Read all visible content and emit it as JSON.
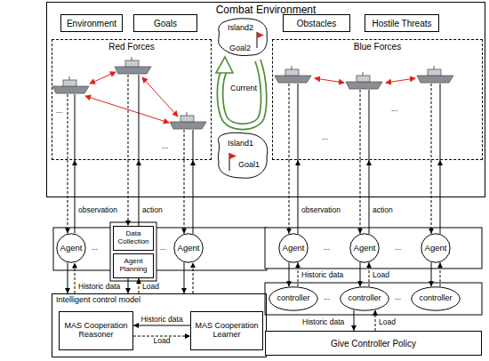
{
  "diagram": {
    "nodes": [
      {
        "text": [
          "Combat Environment"
        ]
      },
      {
        "text": [
          "Environment"
        ],
        "in": 0
      },
      {
        "text": [
          "Goals"
        ],
        "in": 0
      },
      {
        "text": [
          "Obstacles"
        ],
        "in": 0
      },
      {
        "text": [
          "Hostile Threats"
        ],
        "in": 0
      },
      {
        "text": [
          "Red Forces"
        ],
        "in": 0
      },
      {
        "text": [
          "Blue Forces"
        ],
        "in": 0
      },
      {
        "text": [
          "Agent"
        ]
      },
      {
        "text": [
          "Data Collection"
        ]
      },
      {
        "text": [
          "Agent Planning"
        ]
      },
      {
        "text": [
          "Agent"
        ]
      },
      {
        "text": [
          "Intelligent control model"
        ]
      },
      {
        "text": [
          "MAS Cooperation Reasoner"
        ],
        "in": 11
      },
      {
        "text": [
          "MAS Cooperation Learner"
        ],
        "in": 11
      },
      {
        "text": [
          "Agent"
        ]
      },
      {
        "text": [
          "Agent"
        ]
      },
      {
        "text": [
          "Agent"
        ]
      },
      {
        "text": [
          "controller"
        ]
      },
      {
        "text": [
          "controller"
        ]
      },
      {
        "text": [
          "controller"
        ]
      },
      {
        "text": [
          "Give Controller Policy"
        ]
      }
    ],
    "edges": [
      {
        "from": 5,
        "to": 7,
        "arrow": "to"
      },
      {
        "from": 7,
        "to": 5,
        "arrow": "to"
      },
      {
        "from": 5,
        "to": 8,
        "arrow": "to"
      },
      {
        "from": 8,
        "to": 5,
        "arrow": "to"
      },
      {
        "from": 5,
        "to": 10,
        "arrow": "to"
      },
      {
        "from": 10,
        "to": 5,
        "arrow": "to"
      },
      {
        "from": 6,
        "to": 14,
        "arrow": "to"
      },
      {
        "from": 14,
        "to": 6,
        "arrow": "to"
      },
      {
        "from": 6,
        "to": 15,
        "arrow": "to"
      },
      {
        "from": 15,
        "to": 6,
        "arrow": "to"
      },
      {
        "from": 6,
        "to": 16,
        "arrow": "to"
      },
      {
        "from": 16,
        "to": 6,
        "arrow": "to"
      },
      {
        "from": 7,
        "to": 11,
        "arrow": "to"
      },
      {
        "from": 11,
        "to": 7,
        "arrow": "to"
      },
      {
        "from": 9,
        "to": 11,
        "arrow": "to"
      },
      {
        "from": 11,
        "to": 9,
        "arrow": "to"
      },
      {
        "from": 10,
        "to": 11,
        "arrow": "to"
      },
      {
        "from": 11,
        "to": 10,
        "arrow": "to"
      },
      {
        "from": 13,
        "to": 12,
        "label": "Historic data",
        "arrow": "to"
      },
      {
        "from": 12,
        "to": 13,
        "label": "Load",
        "arrow": "to"
      },
      {
        "from": 14,
        "to": 17,
        "arrow": "to"
      },
      {
        "from": 17,
        "to": 14,
        "arrow": "to"
      },
      {
        "from": 15,
        "to": 18,
        "arrow": "to"
      },
      {
        "from": 18,
        "to": 15,
        "arrow": "to"
      },
      {
        "from": 16,
        "to": 19,
        "arrow": "to"
      },
      {
        "from": 19,
        "to": 16,
        "arrow": "to"
      },
      {
        "from": 18,
        "to": 20,
        "arrow": "to"
      },
      {
        "from": 20,
        "to": 18,
        "arrow": "to"
      }
    ],
    "labels": [
      "Island2",
      "Goal2",
      "Current",
      "Island1",
      "Goal1",
      "...",
      "...",
      "...",
      "...",
      "observation",
      "action",
      "observation",
      "action",
      "...",
      "...",
      "...",
      "...",
      "Historic data",
      "Load",
      "Historic data",
      "Load",
      "...",
      "...",
      "Historic data",
      "Load"
    ]
  }
}
